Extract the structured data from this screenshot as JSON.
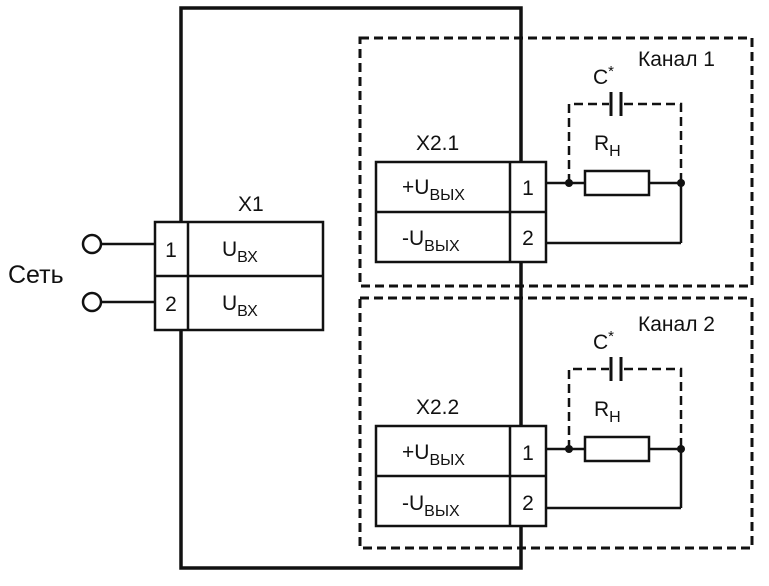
{
  "colors": {
    "line": "#111111",
    "background": "#ffffff"
  },
  "mains": {
    "label": "Сеть"
  },
  "x1": {
    "label": "X1",
    "rows": [
      {
        "pin": "1",
        "signal": "U",
        "signal_sub": "ВХ"
      },
      {
        "pin": "2",
        "signal": "U",
        "signal_sub": "ВХ"
      }
    ]
  },
  "channels": [
    {
      "title": "Канал 1",
      "connector": "X2.1",
      "rows": [
        {
          "signal": "+U",
          "signal_sub": "ВЫХ",
          "pin": "1"
        },
        {
          "signal": "-U",
          "signal_sub": "ВЫХ",
          "pin": "2"
        }
      ],
      "capacitor": {
        "label": "C",
        "mark": "*"
      },
      "resistor": {
        "label": "R",
        "label_sub": "Н"
      }
    },
    {
      "title": "Канал 2",
      "connector": "X2.2",
      "rows": [
        {
          "signal": "+U",
          "signal_sub": "ВЫХ",
          "pin": "1"
        },
        {
          "signal": "-U",
          "signal_sub": "ВЫХ",
          "pin": "2"
        }
      ],
      "capacitor": {
        "label": "C",
        "mark": "*"
      },
      "resistor": {
        "label": "R",
        "label_sub": "Н"
      }
    }
  ]
}
